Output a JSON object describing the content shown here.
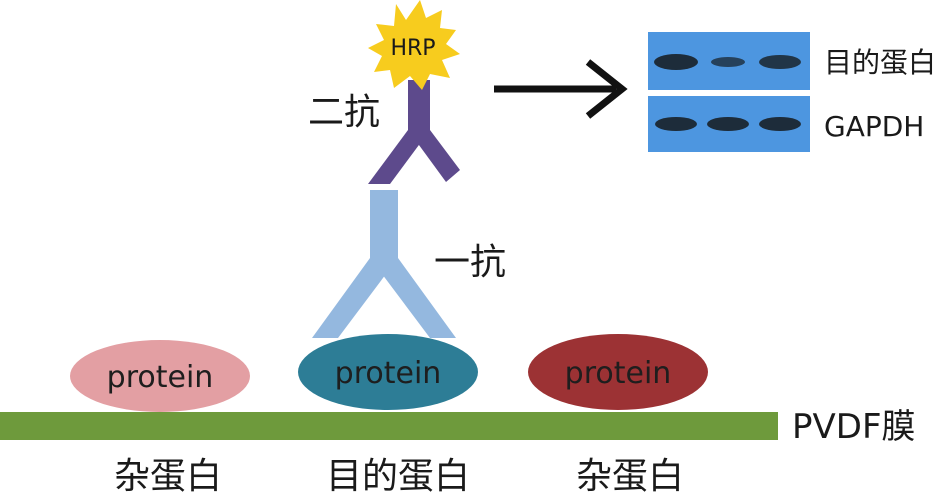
{
  "antibodies": {
    "secondary": {
      "label": "二抗",
      "enzyme": "HRP",
      "color": "#5d4a8c"
    },
    "primary": {
      "label": "一抗",
      "color": "#94b8df"
    }
  },
  "proteins": [
    {
      "label": "protein",
      "kind": "杂蛋白",
      "color": "#e39fa3"
    },
    {
      "label": "protein",
      "kind": "目的蛋白",
      "color": "#2d7d96"
    },
    {
      "label": "protein",
      "kind": "杂蛋白",
      "color": "#9c3234"
    }
  ],
  "membrane": {
    "label": "PVDF膜",
    "color": "#6e9a3c"
  },
  "blot": {
    "background": "#4d96e0",
    "rows": [
      {
        "label": "目的蛋白",
        "band_intensity": [
          1.0,
          0.55,
          0.85
        ]
      },
      {
        "label": "GAPDH",
        "band_intensity": [
          1.0,
          1.0,
          1.0
        ]
      }
    ]
  },
  "colors": {
    "hrp_burst": "#f7cc1e",
    "band": "#1d2c3a",
    "arrow": "#111111"
  }
}
